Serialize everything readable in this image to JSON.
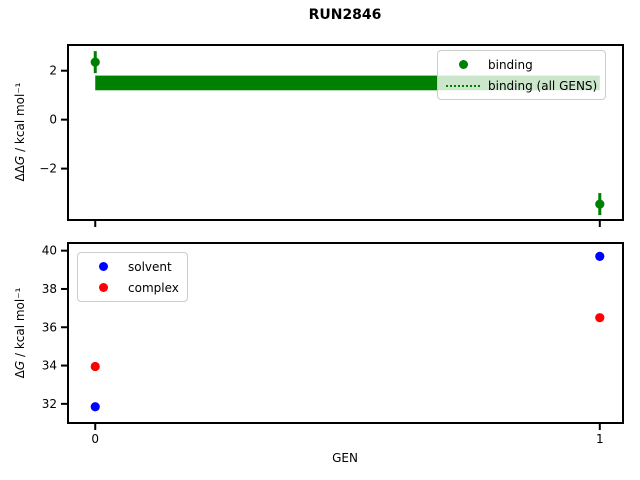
{
  "title": "RUN2846",
  "chart_data": [
    {
      "type": "scatter",
      "title": "",
      "ylabel": {
        "delta": "ΔΔ",
        "symbol": "G",
        "unit": " / kcal mol⁻¹"
      },
      "xlabel": "",
      "xlim": [
        -0.054,
        1.046
      ],
      "ylim": [
        -4.1,
        3.05
      ],
      "grid": false,
      "show_xtick_labels": false,
      "yticks": [
        {
          "v": 2,
          "label": "2"
        },
        {
          "v": 0,
          "label": "0"
        },
        {
          "v": -2,
          "label": "−2"
        }
      ],
      "xticks": [
        {
          "v": 0,
          "label": "0"
        },
        {
          "v": 1,
          "label": "1"
        }
      ],
      "legend": {
        "position": "upper right",
        "entries": [
          {
            "label": "binding",
            "key": "dot",
            "color": "#008000"
          },
          {
            "label": "binding (all GENS)",
            "key": "dotted-line",
            "color": "#008000"
          }
        ]
      },
      "series": [
        {
          "name": "binding",
          "color": "#008000",
          "marker": "circle",
          "points": [
            {
              "x": 0,
              "y": 2.35,
              "yerr": 0.45
            },
            {
              "x": 1,
              "y": -3.45,
              "yerr": 0.45
            }
          ]
        }
      ],
      "band": {
        "label": "binding (all GENS)",
        "color": "#008000",
        "x_start": 0,
        "x_end": 1,
        "y_low": 1.2,
        "y_high": 1.8
      }
    },
    {
      "type": "scatter",
      "title": "",
      "ylabel": {
        "delta": "Δ",
        "symbol": "G",
        "unit": " / kcal mol⁻¹"
      },
      "xlabel": "GEN",
      "xlim": [
        -0.054,
        1.046
      ],
      "ylim": [
        31.0,
        40.4
      ],
      "grid": false,
      "show_xtick_labels": true,
      "yticks": [
        {
          "v": 40,
          "label": "40"
        },
        {
          "v": 38,
          "label": "38"
        },
        {
          "v": 36,
          "label": "36"
        },
        {
          "v": 34,
          "label": "34"
        },
        {
          "v": 32,
          "label": "32"
        }
      ],
      "xticks": [
        {
          "v": 0,
          "label": "0"
        },
        {
          "v": 1,
          "label": "1"
        }
      ],
      "legend": {
        "position": "upper left",
        "entries": [
          {
            "label": "solvent",
            "key": "dot",
            "color": "#0000ff"
          },
          {
            "label": "complex",
            "key": "dot",
            "color": "#ff0000"
          }
        ]
      },
      "series": [
        {
          "name": "solvent",
          "color": "#0000ff",
          "marker": "circle",
          "points": [
            {
              "x": 0,
              "y": 31.85
            },
            {
              "x": 1,
              "y": 39.7
            }
          ]
        },
        {
          "name": "complex",
          "color": "#ff0000",
          "marker": "circle",
          "points": [
            {
              "x": 0,
              "y": 33.95
            },
            {
              "x": 1,
              "y": 36.5
            }
          ]
        }
      ]
    }
  ]
}
